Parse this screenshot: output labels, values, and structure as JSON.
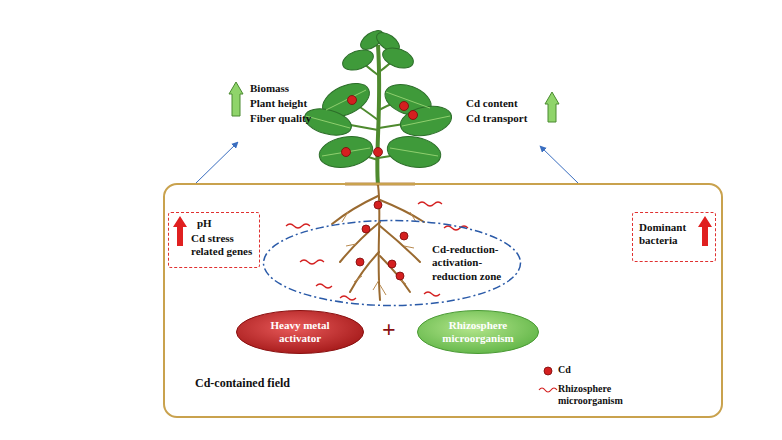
{
  "diagram": {
    "nodes": [
      {
        "text": [
          "Cd-contained field"
        ]
      },
      {
        "text": [
          "pH",
          "Cd stress related genes"
        ],
        "in": 0
      },
      {
        "text": [
          "Cd-reduction-activation-reduction zone"
        ],
        "in": 0
      },
      {
        "text": [
          "Dominant bacteria"
        ],
        "in": 0
      },
      {
        "text": [
          "Heavy metal activator"
        ],
        "in": 0
      },
      {
        "text": [
          "Rhizosphere microorganism"
        ],
        "in": 0
      }
    ],
    "labels": [
      "Biomass",
      "Plant height",
      "Fiber quality",
      "Cd content",
      "Cd transport",
      "+"
    ],
    "legend": [
      {
        "text": "Cd"
      },
      {
        "text": "Rhizosphere microorganism"
      }
    ]
  }
}
